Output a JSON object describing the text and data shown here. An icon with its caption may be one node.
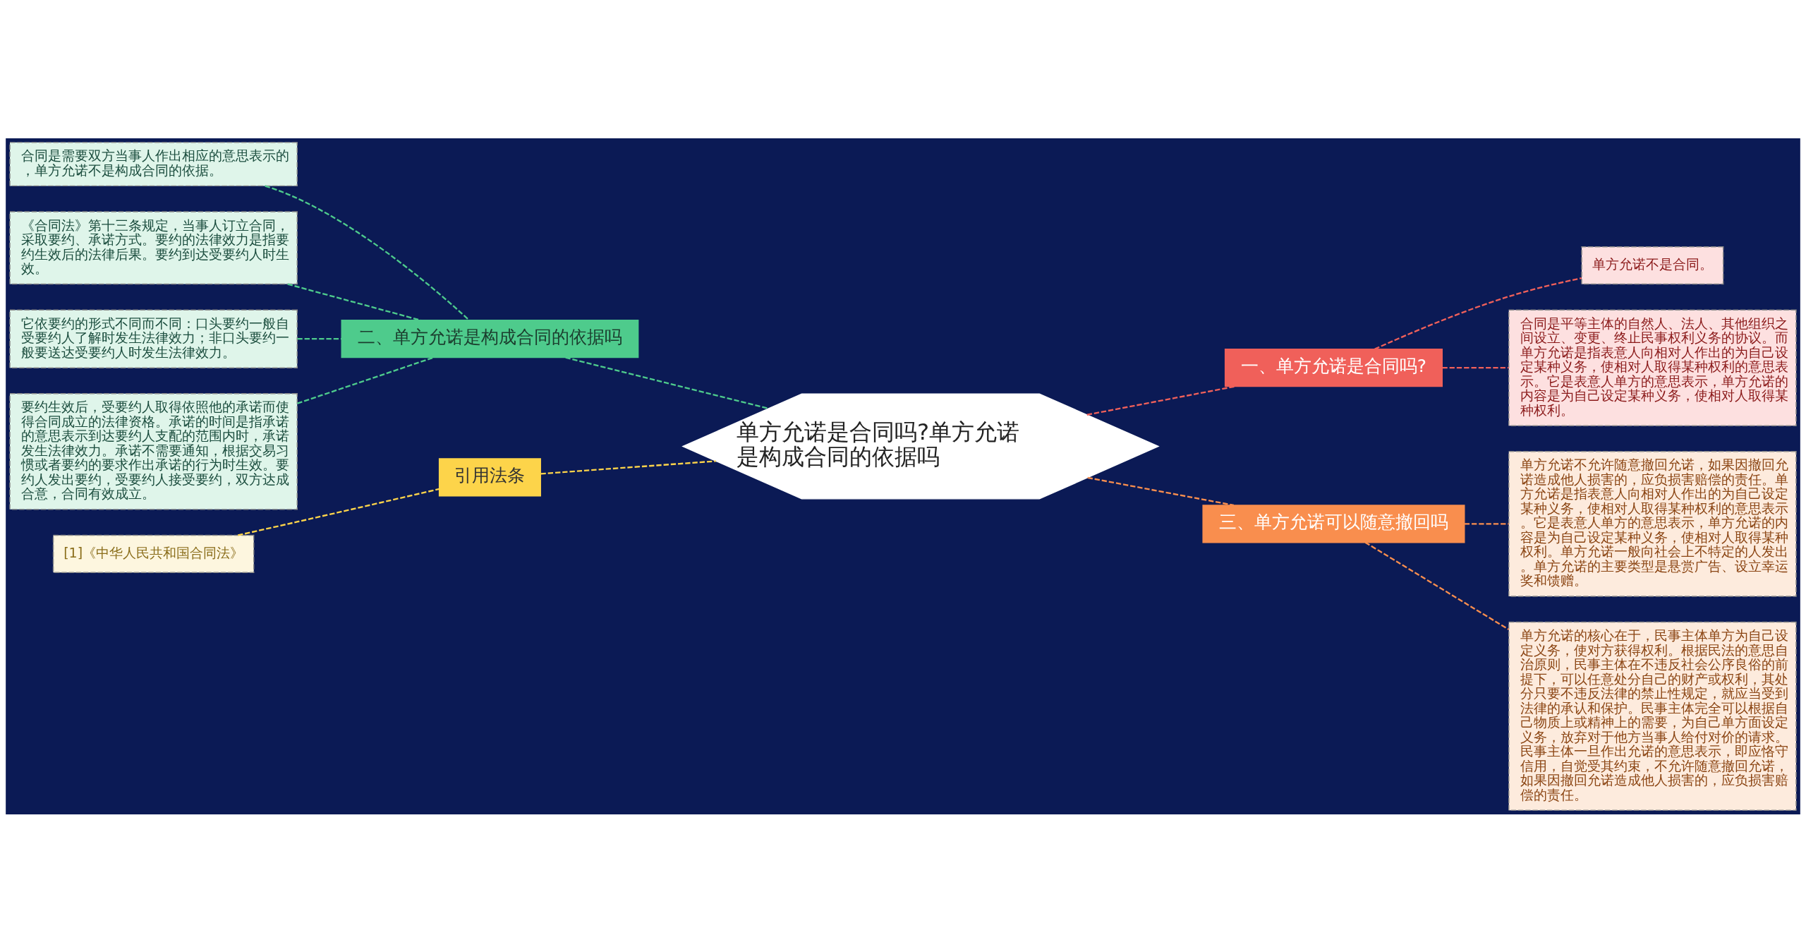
{
  "diagram": {
    "nodes": [
      {
        "text": [
          "单方允诺是合同吗?单方允诺是构成合同的依据吗"
        ]
      },
      {
        "text": [
          "一、单方允诺是合同吗?"
        ]
      },
      {
        "text": [
          "单方允诺不是合同。"
        ]
      },
      {
        "text": [
          "合同是平等主体的自然人、法人、其他组织之间设立、变更、终止民事权利义务的协议。而单方允诺是指表意人向相对人作出的为自己设定某种义务，使相对人取得某种权利的意思表示。它是表意人单方的意思表示，单方允诺的内容是为自己设定某种义务，使相对人取得某种权利。"
        ]
      },
      {
        "text": [
          "二、单方允诺是构成合同的依据吗"
        ]
      },
      {
        "text": [
          "合同是需要双方当事人作出相应的意思表示的，单方允诺不是构成合同的依据。"
        ]
      },
      {
        "text": [
          "《合同法》第十三条规定，当事人订立合同，采取要约、承诺方式。要约的法律效力是指要约生效后的法律后果。要约到达受要约人时生效。"
        ]
      },
      {
        "text": [
          "它依要约的形式不同而不同：口头要约一般自受要约人了解时发生法律效力；非口头要约一般要送达受要约人时发生法律效力。"
        ]
      },
      {
        "text": [
          "要约生效后，受要约人取得依照他的承诺而使得合同成立的法律资格。承诺的时间是指承诺的意思表示到达要约人支配的范围内时，承诺发生法律效力。承诺不需要通知，根据交易习惯或者要约的要求作出承诺的行为时生效。要约人发出要约，受要约人接受要约，双方达成合意，合同有效成立。"
        ]
      },
      {
        "text": [
          "三、单方允诺可以随意撤回吗"
        ]
      },
      {
        "text": [
          "单方允诺不允许随意撤回允诺，如果因撤回允诺造成他人损害的，应负损害赔偿的责任。单方允诺是指表意人向相对人作出的为自己设定某种义务，使相对人取得某种权利的意思表示。它是表意人单方的意思表示，单方允诺的内容是为自己设定某种义务，使相对人取得某种权利。单方允诺一般向社会上不特定的人发出。单方允诺的主要类型是悬赏广告、设立幸运奖和馈赠。"
        ]
      },
      {
        "text": [
          "单方允诺的核心在于，民事主体单方为自己设定义务，使对方获得权利。根据民法的意思自治原则，民事主体在不违反社会公序良俗的前提下，可以任意处分自己的财产或权利，其处分只要不违反法律的禁止性规定，就应当受到法律的承认和保护。民事主体完全可以根据自己物质上或精神上的需要，为自己单方面设定义务，放弃对于他方当事人给付对价的请求。民事主体一旦作出允诺的意思表示，即应恪守信用，自觉受其约束，不允许随意撤回允诺，如果因撤回允诺造成他人损害的，应负损害赔偿的责任。"
        ]
      },
      {
        "text": [
          "引用法条"
        ]
      },
      {
        "text": [
          "[1]《中华人民共和国合同法》"
        ]
      }
    ],
    "edges": [
      {
        "from": 0,
        "to": 1,
        "arrow": "none",
        "style": "dashed",
        "color": "#f0605a"
      },
      {
        "from": 1,
        "to": 2,
        "arrow": "none",
        "style": "dashed",
        "color": "#f0605a"
      },
      {
        "from": 1,
        "to": 3,
        "arrow": "none",
        "style": "dashed",
        "color": "#f0605a"
      },
      {
        "from": 0,
        "to": 4,
        "arrow": "none",
        "style": "dashed",
        "color": "#4ecb8c"
      },
      {
        "from": 4,
        "to": 5,
        "arrow": "none",
        "style": "dashed",
        "color": "#4ecb8c"
      },
      {
        "from": 4,
        "to": 6,
        "arrow": "none",
        "style": "dashed",
        "color": "#4ecb8c"
      },
      {
        "from": 4,
        "to": 7,
        "arrow": "none",
        "style": "dashed",
        "color": "#4ecb8c"
      },
      {
        "from": 4,
        "to": 8,
        "arrow": "none",
        "style": "dashed",
        "color": "#4ecb8c"
      },
      {
        "from": 0,
        "to": 9,
        "arrow": "none",
        "style": "dashed",
        "color": "#f98e4e"
      },
      {
        "from": 9,
        "to": 10,
        "arrow": "none",
        "style": "dashed",
        "color": "#f98e4e"
      },
      {
        "from": 9,
        "to": 11,
        "arrow": "none",
        "style": "dashed",
        "color": "#f98e4e"
      },
      {
        "from": 0,
        "to": 12,
        "arrow": "none",
        "style": "dashed",
        "color": "#fdd44a"
      },
      {
        "from": 12,
        "to": 13,
        "arrow": "none",
        "style": "dashed",
        "color": "#fdd44a"
      }
    ]
  }
}
